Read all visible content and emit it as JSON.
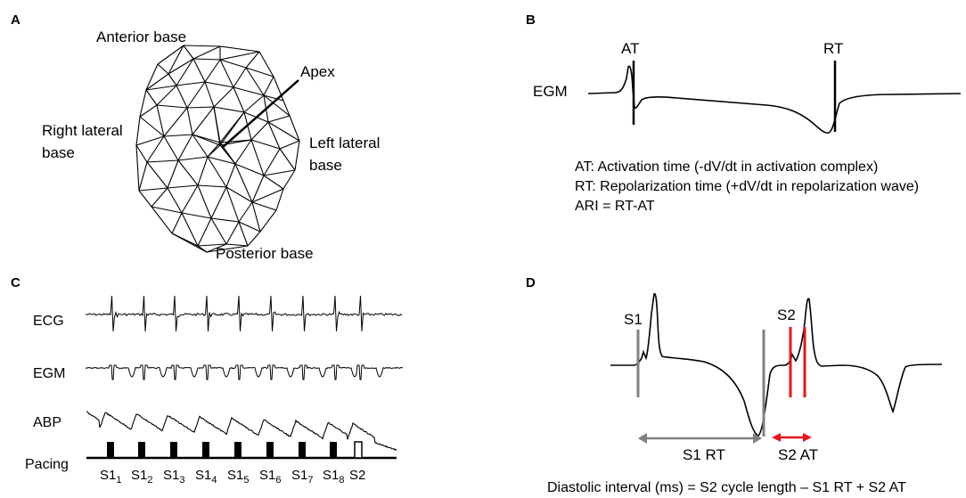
{
  "panels": {
    "A": {
      "letter": "A",
      "labels": {
        "anterior": "Anterior base",
        "apex": "Apex",
        "right_l1": "Right lateral",
        "right_l2": "base",
        "left_l1": "Left lateral",
        "left_l2": "base",
        "posterior": "Posterior base"
      }
    },
    "B": {
      "letter": "B",
      "trace_label": "EGM",
      "markers": {
        "at": "AT",
        "rt": "RT"
      },
      "legend": [
        "AT: Activation time (-dV/dt in activation complex)",
        "RT: Repolarization time (+dV/dt in repolarization wave)",
        "ARI = RT-AT"
      ]
    },
    "C": {
      "letter": "C",
      "traces": {
        "ecg": "ECG",
        "egm": "EGM",
        "abp": "ABP",
        "pacing": "Pacing"
      },
      "pulses": [
        {
          "base": "S1",
          "sub": "1"
        },
        {
          "base": "S1",
          "sub": "2"
        },
        {
          "base": "S1",
          "sub": "3"
        },
        {
          "base": "S1",
          "sub": "4"
        },
        {
          "base": "S1",
          "sub": "5"
        },
        {
          "base": "S1",
          "sub": "6"
        },
        {
          "base": "S1",
          "sub": "7"
        },
        {
          "base": "S1",
          "sub": "8"
        },
        {
          "base": "S2",
          "sub": ""
        }
      ]
    },
    "D": {
      "letter": "D",
      "labels": {
        "s1": "S1",
        "s2": "S2",
        "s1rt": "S1 RT",
        "s2at": "S2 AT",
        "formula": "Diastolic interval (ms) = S2 cycle length – S1 RT + S2 AT"
      },
      "colors": {
        "marker_gray": "#808080",
        "marker_red": "#e8141c"
      }
    }
  }
}
